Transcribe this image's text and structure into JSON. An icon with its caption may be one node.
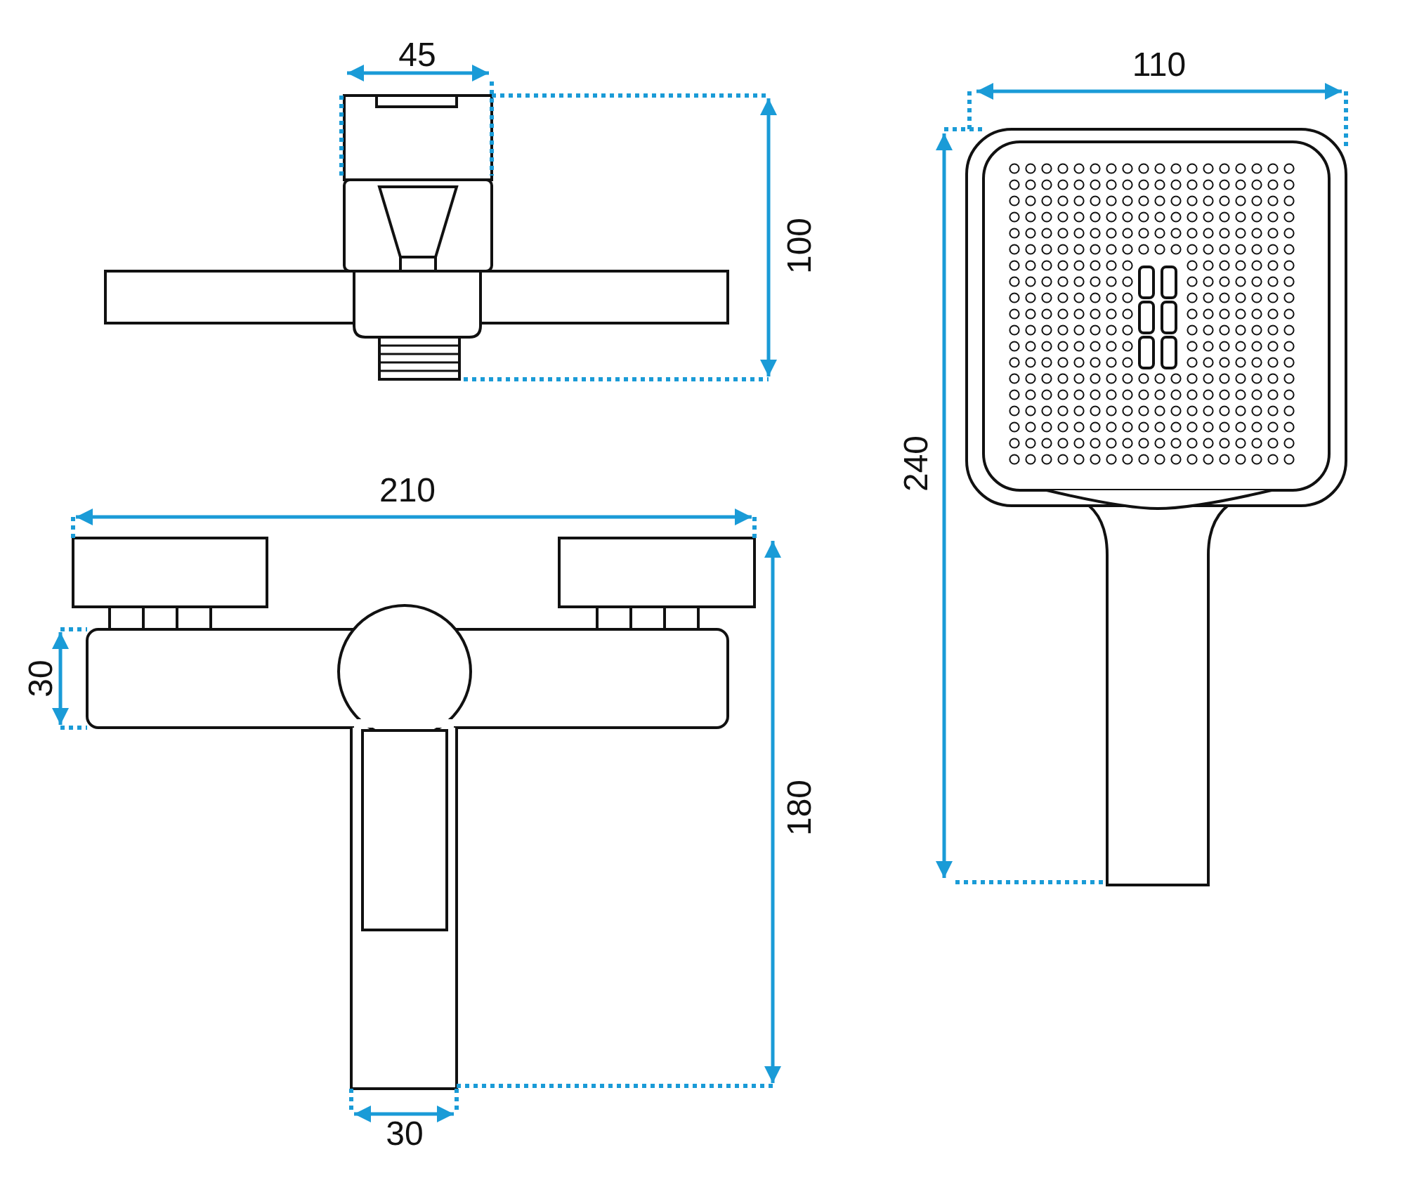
{
  "diagram": {
    "labels": [
      "45",
      "110",
      "100",
      "240",
      "210",
      "30",
      "180",
      "30"
    ]
  }
}
